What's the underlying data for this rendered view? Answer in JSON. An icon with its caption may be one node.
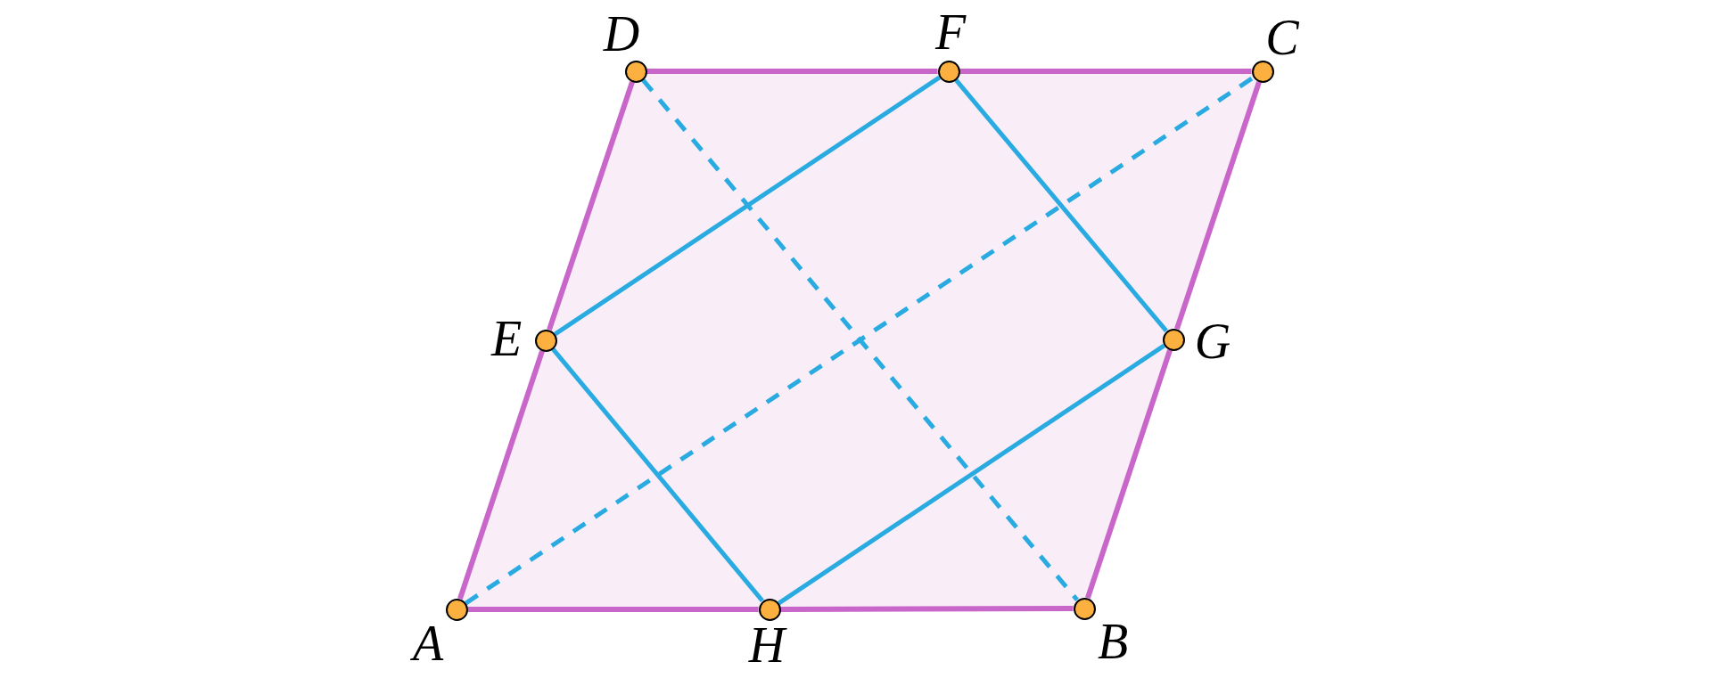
{
  "diagram": {
    "nodes": [
      {
        "text": [
          "D"
        ]
      },
      {
        "text": [
          "F"
        ]
      },
      {
        "text": [
          "C"
        ]
      },
      {
        "text": [
          "E"
        ]
      },
      {
        "text": [
          "G"
        ]
      },
      {
        "text": [
          "A"
        ]
      },
      {
        "text": [
          "H"
        ]
      },
      {
        "text": [
          "B"
        ]
      }
    ],
    "edges": [
      {
        "from": 5,
        "to": 6,
        "arrow": "none"
      },
      {
        "from": 6,
        "to": 7,
        "arrow": "none"
      },
      {
        "from": 7,
        "to": 4,
        "arrow": "none"
      },
      {
        "from": 4,
        "to": 2,
        "arrow": "none"
      },
      {
        "from": 2,
        "to": 1,
        "arrow": "none"
      },
      {
        "from": 1,
        "to": 0,
        "arrow": "none"
      },
      {
        "from": 0,
        "to": 3,
        "arrow": "none"
      },
      {
        "from": 3,
        "to": 5,
        "arrow": "none"
      },
      {
        "from": 3,
        "to": 1,
        "arrow": "none",
        "color": "#29abe2"
      },
      {
        "from": 1,
        "to": 4,
        "arrow": "none",
        "color": "#29abe2"
      },
      {
        "from": 4,
        "to": 6,
        "arrow": "none",
        "color": "#29abe2"
      },
      {
        "from": 6,
        "to": 3,
        "arrow": "none",
        "color": "#29abe2"
      },
      {
        "from": 5,
        "to": 2,
        "arrow": "none",
        "style": "dashed",
        "color": "#29abe2"
      },
      {
        "from": 0,
        "to": 7,
        "arrow": "none",
        "style": "dashed",
        "color": "#29abe2"
      }
    ]
  }
}
